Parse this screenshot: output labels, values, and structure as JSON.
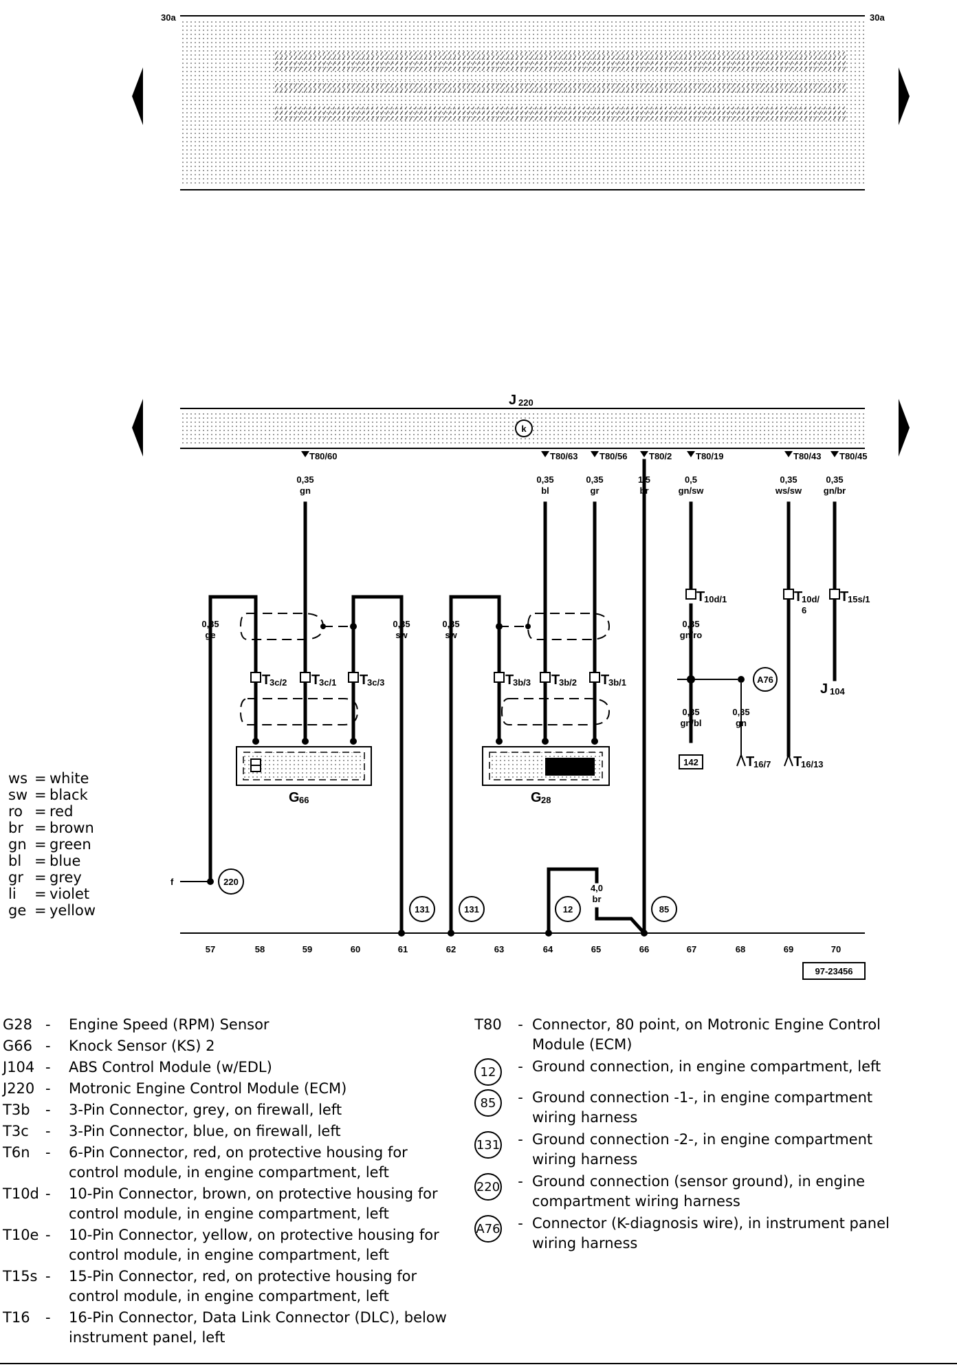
{
  "top_panel": {
    "left_label": "30a",
    "right_label": "30a"
  },
  "ecm": {
    "label_main": "J",
    "label_sub": "220",
    "k_symbol": "k"
  },
  "ecm_pins": [
    "T80/60",
    "T80/63",
    "T80/56",
    "T80/2",
    "T80/19",
    "T80/43",
    "T80/45"
  ],
  "wires": [
    {
      "size": "0,35",
      "color": "gn"
    },
    {
      "size": "0,35",
      "color": "bl"
    },
    {
      "size": "0,35",
      "color": "gr"
    },
    {
      "size": "1,5",
      "color": "br"
    },
    {
      "size": "0,5",
      "color": "gn/sw"
    },
    {
      "size": "0,35",
      "color": "ws/sw"
    },
    {
      "size": "0,35",
      "color": "gn/br"
    }
  ],
  "shield_wires": [
    {
      "size": "0,35",
      "color": "ge"
    },
    {
      "size": "0,35",
      "color": "sw"
    },
    {
      "size": "0,35",
      "color": "sw"
    }
  ],
  "mid_wires": [
    {
      "size": "0,35",
      "color": "gn/ro"
    },
    {
      "size": "0,35",
      "color": "gn/bl"
    },
    {
      "size": "0,35",
      "color": "gn"
    },
    {
      "size": "4,0",
      "color": "br"
    }
  ],
  "connectors": {
    "t3c": [
      {
        "main": "T",
        "sub": "3c/2"
      },
      {
        "main": "T",
        "sub": "3c/1"
      },
      {
        "main": "T",
        "sub": "3c/3"
      }
    ],
    "t3b": [
      {
        "main": "T",
        "sub": "3b/3"
      },
      {
        "main": "T",
        "sub": "3b/2"
      },
      {
        "main": "T",
        "sub": "3b/1"
      }
    ],
    "t10d1": {
      "main": "T",
      "sub": "10d/1"
    },
    "t10d6": {
      "main": "T",
      "sub": "10d/",
      "extra": "6"
    },
    "t15s1": {
      "main": "T",
      "sub": "15s/1"
    },
    "t16_7": {
      "main": "T",
      "sub": "16/7"
    },
    "t16_13": {
      "main": "T",
      "sub": "16/13"
    }
  },
  "components": {
    "g66": {
      "main": "G",
      "sub": "66"
    },
    "g28": {
      "main": "G",
      "sub": "28"
    },
    "j104": {
      "main": "J",
      "sub": "104"
    },
    "box142": "142",
    "a76": "A76"
  },
  "grounds": [
    "220",
    "131",
    "131",
    "12",
    "85"
  ],
  "f_label": "f",
  "track_numbers": [
    "57",
    "58",
    "59",
    "60",
    "61",
    "62",
    "63",
    "64",
    "65",
    "66",
    "67",
    "68",
    "69",
    "70"
  ],
  "diagram_code": "97-23456",
  "color_codes": [
    {
      "code": "ws",
      "name": "white"
    },
    {
      "code": "sw",
      "name": "black"
    },
    {
      "code": "ro",
      "name": "red"
    },
    {
      "code": "br",
      "name": "brown"
    },
    {
      "code": "gn",
      "name": "green"
    },
    {
      "code": "bl",
      "name": "blue"
    },
    {
      "code": "gr",
      "name": "grey"
    },
    {
      "code": "li",
      "name": "violet"
    },
    {
      "code": "ge",
      "name": "yellow"
    }
  ],
  "legend_left": [
    {
      "code": "G28",
      "desc": "Engine Speed (RPM) Sensor"
    },
    {
      "code": "G66",
      "desc": "Knock Sensor (KS) 2"
    },
    {
      "code": "J104",
      "desc": "ABS Control Module (w/EDL)"
    },
    {
      "code": "J220",
      "desc": "Motronic Engine Control Module (ECM)"
    },
    {
      "code": "T3b",
      "desc": "3-Pin Connector, grey, on firewall, left"
    },
    {
      "code": "T3c",
      "desc": "3-Pin Connector, blue, on firewall, left"
    },
    {
      "code": "T6n",
      "desc": "6-Pin Connector, red, on protective housing for control module, in engine compartment, left"
    },
    {
      "code": "T10d",
      "desc": "10-Pin Connector, brown, on protective housing for control module, in engine compartment, left"
    },
    {
      "code": "T10e",
      "desc": "10-Pin Connector, yellow, on protective housing for control module, in engine compartment, left"
    },
    {
      "code": "T15s",
      "desc": "15-Pin Connector, red, on protective housing for control module, in engine compartment, left"
    },
    {
      "code": "T16",
      "desc": "16-Pin Connector, Data Link Connector (DLC), below instrument panel, left"
    }
  ],
  "legend_right_t80": {
    "code": "T80",
    "desc": "Connector, 80 point, on Motronic Engine Control Module (ECM)"
  },
  "legend_right": [
    {
      "code": "12",
      "desc": "Ground connection, in engine compartment, left"
    },
    {
      "code": "85",
      "desc": "Ground connection -1-, in engine compartment wiring harness"
    },
    {
      "code": "131",
      "desc": "Ground connection -2-, in engine compartment wiring harness"
    },
    {
      "code": "220",
      "desc": "Ground connection (sensor ground), in engine compartment wiring harness"
    },
    {
      "code": "A76",
      "desc": "Connector (K-diagnosis wire), in instrument panel wiring harness"
    }
  ]
}
